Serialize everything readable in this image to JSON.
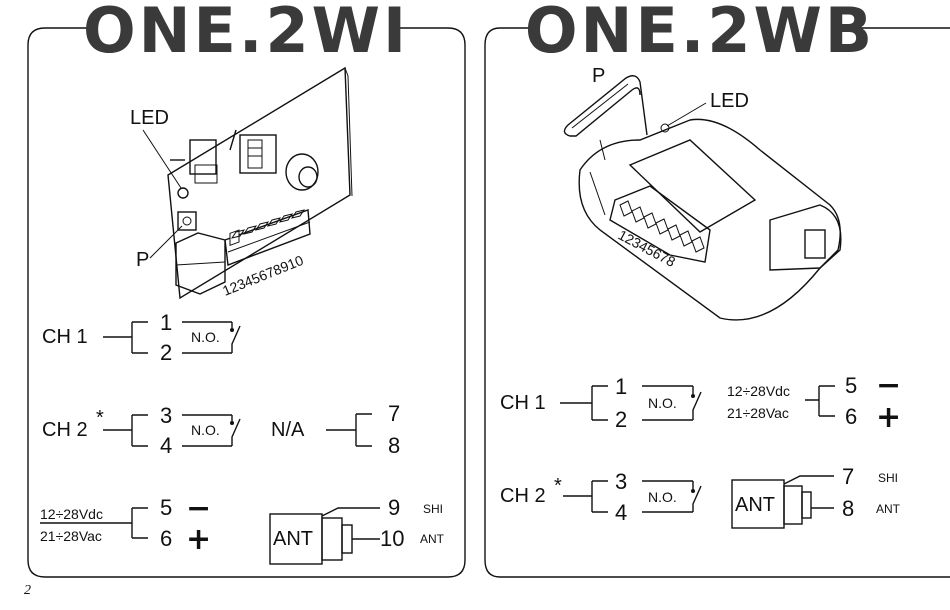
{
  "left": {
    "title": "ONE.2WI",
    "led": "LED",
    "p": "P",
    "terminal_numbers": "12345678910",
    "ch1": {
      "label": "CH 1",
      "pin_a": "1",
      "pin_b": "2",
      "contact": "N.O."
    },
    "ch2": {
      "label": "CH 2",
      "star": "*",
      "pin_a": "3",
      "pin_b": "4",
      "contact": "N.O."
    },
    "na": {
      "label": "N/A",
      "pin_a": "7",
      "pin_b": "8"
    },
    "power": {
      "vdc": "12÷28Vdc",
      "vac": "21÷28Vac",
      "pin_a": "5",
      "pin_b": "6",
      "minus": "−",
      "plus": "+"
    },
    "ant": {
      "label": "ANT",
      "pin_a": "9",
      "pin_b": "10",
      "shi": "SHI",
      "ant": "ANT"
    }
  },
  "right": {
    "title": "ONE.2WB",
    "led": "LED",
    "p": "P",
    "terminal_numbers": "12345678",
    "ch1": {
      "label": "CH 1",
      "pin_a": "1",
      "pin_b": "2",
      "contact": "N.O."
    },
    "ch2": {
      "label": "CH 2",
      "star": "*",
      "pin_a": "3",
      "pin_b": "4",
      "contact": "N.O."
    },
    "power": {
      "vdc": "12÷28Vdc",
      "vac": "21÷28Vac",
      "pin_a": "5",
      "pin_b": "6",
      "minus": "−",
      "plus": "+"
    },
    "ant": {
      "label": "ANT",
      "pin_a": "7",
      "pin_b": "8",
      "shi": "SHI",
      "ant": "ANT"
    }
  },
  "page_number": "2"
}
